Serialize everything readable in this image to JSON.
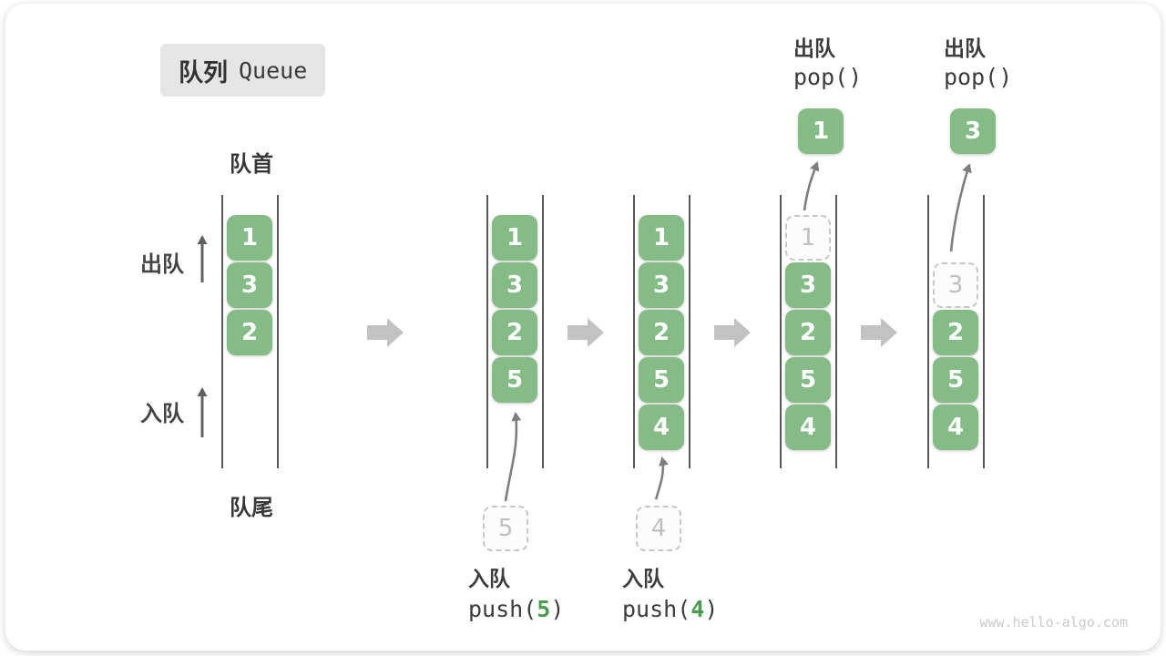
{
  "title": {
    "zh": "队列",
    "en": "Queue"
  },
  "queue_labels": {
    "front": "队首",
    "rear": "队尾"
  },
  "side_ops": {
    "dequeue": "出队",
    "enqueue": "入队"
  },
  "watermark": "www.hello-algo.com",
  "colors": {
    "box_green": "#85BB86",
    "code_green": "#4E9A52",
    "block_arrow": "#C2C2C2",
    "text_dark": "#3C3C3C"
  },
  "states": [
    {
      "name": "state-1-initial",
      "cells": [
        {
          "value": "1",
          "row": 1,
          "type": "solid"
        },
        {
          "value": "3",
          "row": 2,
          "type": "solid"
        },
        {
          "value": "2",
          "row": 3,
          "type": "solid"
        }
      ]
    },
    {
      "name": "state-2-after-push-5",
      "cells": [
        {
          "value": "1",
          "row": 1,
          "type": "solid"
        },
        {
          "value": "3",
          "row": 2,
          "type": "solid"
        },
        {
          "value": "2",
          "row": 3,
          "type": "solid"
        },
        {
          "value": "5",
          "row": 4,
          "type": "solid"
        }
      ],
      "staging": {
        "value": "5"
      },
      "op": {
        "placement": "bottom",
        "label": "入队",
        "code_pre": "push(",
        "code_arg": "5",
        "code_post": ")"
      }
    },
    {
      "name": "state-3-after-push-4",
      "cells": [
        {
          "value": "1",
          "row": 1,
          "type": "solid"
        },
        {
          "value": "3",
          "row": 2,
          "type": "solid"
        },
        {
          "value": "2",
          "row": 3,
          "type": "solid"
        },
        {
          "value": "5",
          "row": 4,
          "type": "solid"
        },
        {
          "value": "4",
          "row": 5,
          "type": "solid"
        }
      ],
      "staging": {
        "value": "4"
      },
      "op": {
        "placement": "bottom",
        "label": "入队",
        "code_pre": "push(",
        "code_arg": "4",
        "code_post": ")"
      }
    },
    {
      "name": "state-4-pop-1",
      "cells": [
        {
          "value": "1",
          "row": 1,
          "type": "dashed"
        },
        {
          "value": "3",
          "row": 2,
          "type": "solid"
        },
        {
          "value": "2",
          "row": 3,
          "type": "solid"
        },
        {
          "value": "5",
          "row": 4,
          "type": "solid"
        },
        {
          "value": "4",
          "row": 5,
          "type": "solid"
        }
      ],
      "popped": {
        "value": "1"
      },
      "op": {
        "placement": "top",
        "label": "出队",
        "code_pre": "pop(",
        "code_arg": "",
        "code_post": ")"
      }
    },
    {
      "name": "state-5-pop-3",
      "cells": [
        {
          "value": "3",
          "row": 2,
          "type": "dashed"
        },
        {
          "value": "2",
          "row": 3,
          "type": "solid"
        },
        {
          "value": "5",
          "row": 4,
          "type": "solid"
        },
        {
          "value": "4",
          "row": 5,
          "type": "solid"
        }
      ],
      "popped": {
        "value": "3"
      },
      "op": {
        "placement": "top",
        "label": "出队",
        "code_pre": "pop(",
        "code_arg": "",
        "code_post": ")"
      }
    }
  ]
}
